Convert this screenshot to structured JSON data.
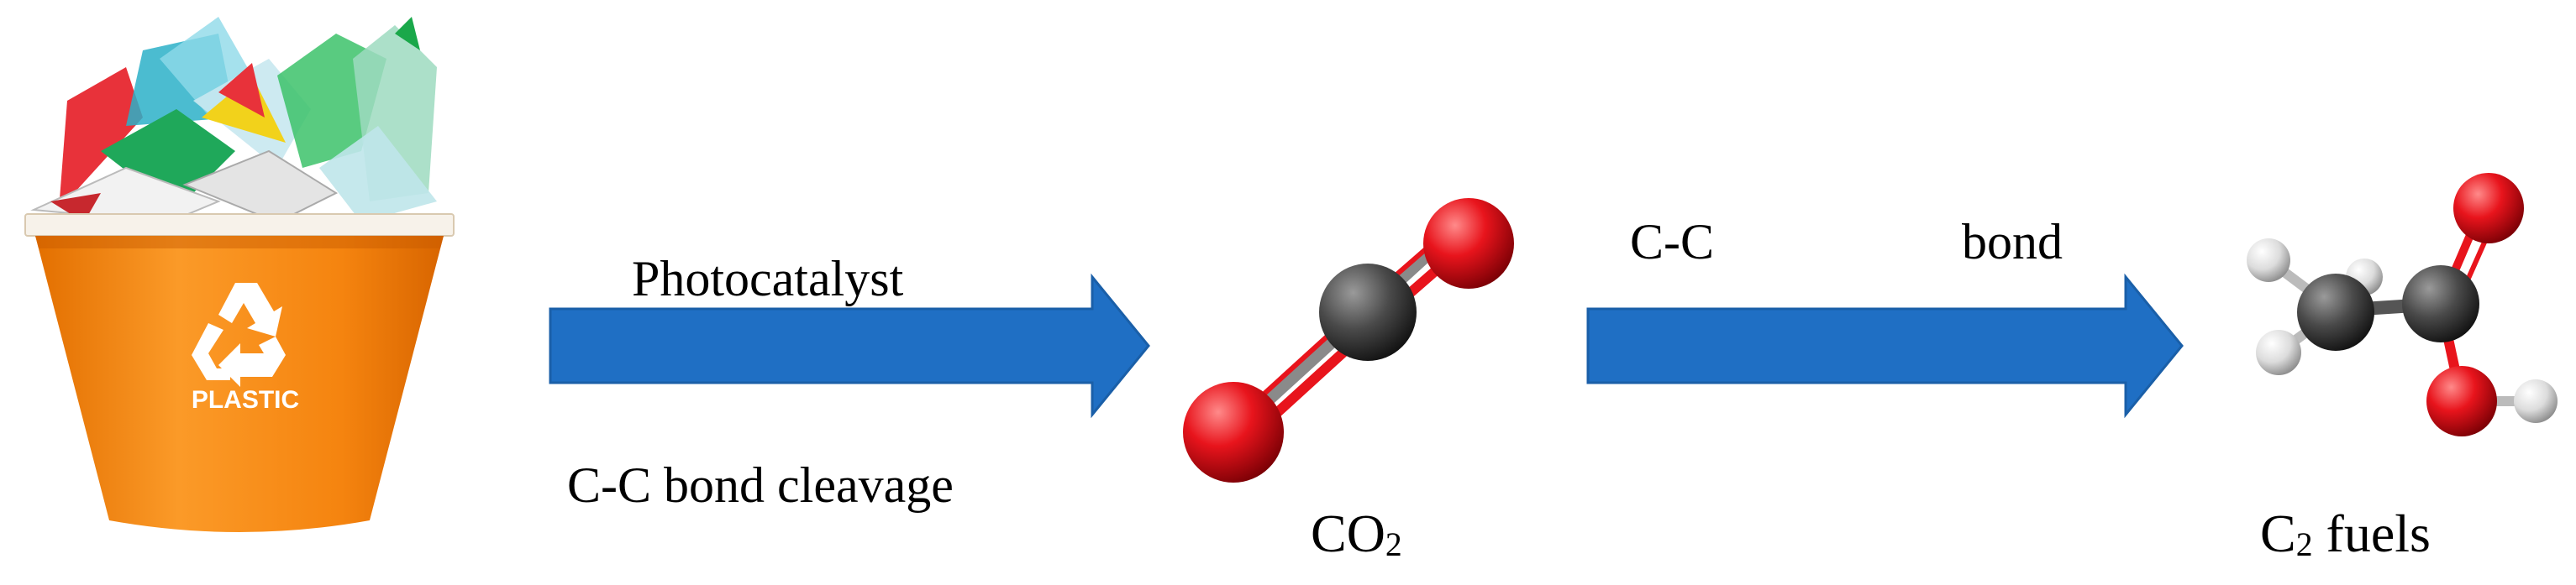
{
  "step1": {
    "label_top": "Photocatalyst",
    "label_bottom": "C-C bond cleavage"
  },
  "intermediate": {
    "base": "CO",
    "sub": "2"
  },
  "step2": {
    "label_left": "C-C",
    "label_right": "bond"
  },
  "product": {
    "base_c": "C",
    "sub": "2",
    "suffix": " fuels"
  },
  "bin": {
    "text": "PLASTIC"
  },
  "colors": {
    "arrow": "#1f6fc4",
    "bin_orange": "#f5840f",
    "oxygen": "#e8141c",
    "carbon": "#4a4a4a",
    "hydrogen": "#dcdcdc"
  }
}
